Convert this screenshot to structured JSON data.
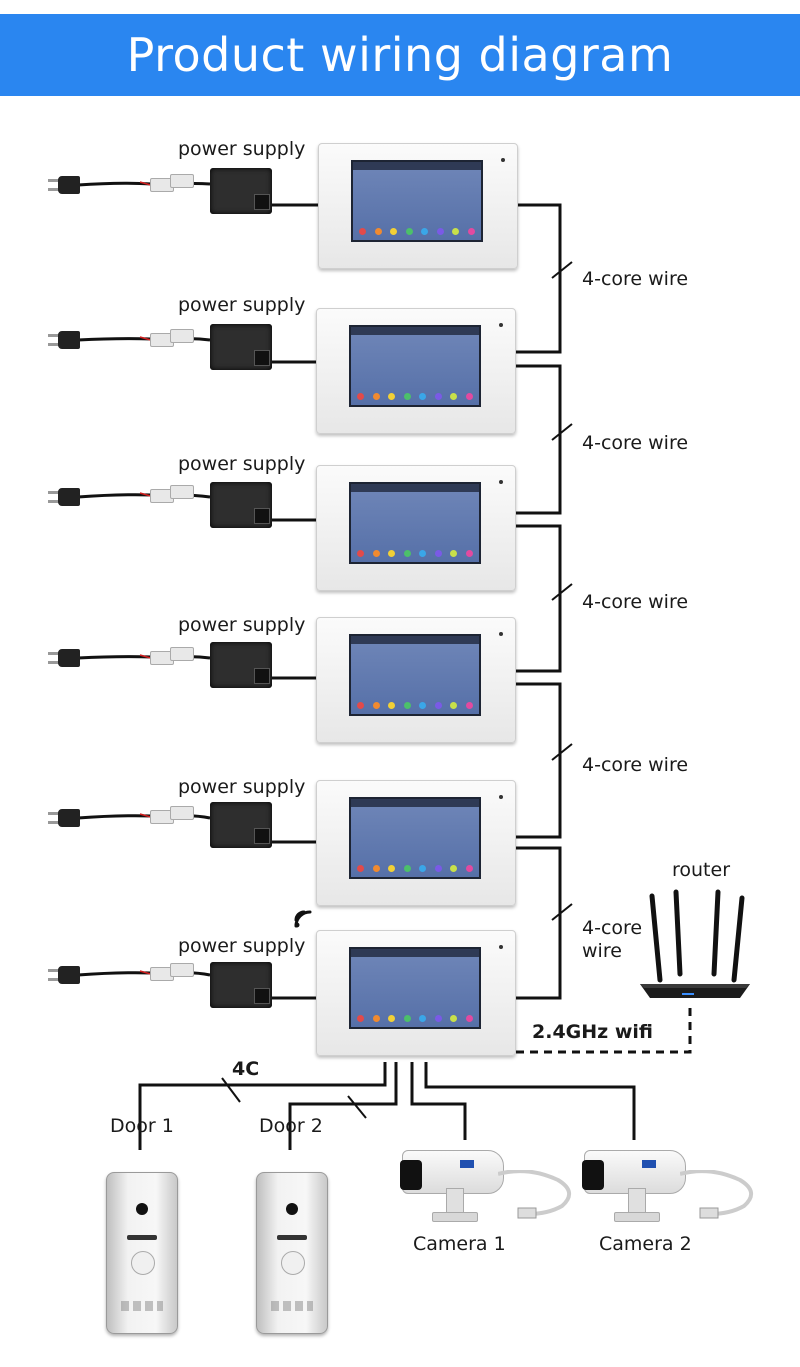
{
  "title": "Product wiring diagram",
  "labels": {
    "power_supply": "power supply",
    "four_core_wire": "4-core wire",
    "four_core_wire_line1": "4-core",
    "four_core_wire_line2": "wire",
    "router": "router",
    "wifi": "2.4GHz wifi",
    "four_c": "4C",
    "door1": "Door 1",
    "door2": "Door 2",
    "camera1": "Camera 1",
    "camera2": "Camera 2"
  },
  "colors": {
    "banner": "#2a86f0",
    "wire": "#111111",
    "screen": "#5e77ad"
  },
  "icons": [
    "plug-icon",
    "power-supply-icon",
    "monitor-icon",
    "wifi-icon",
    "router-icon",
    "doorbell-icon",
    "camera-icon"
  ]
}
